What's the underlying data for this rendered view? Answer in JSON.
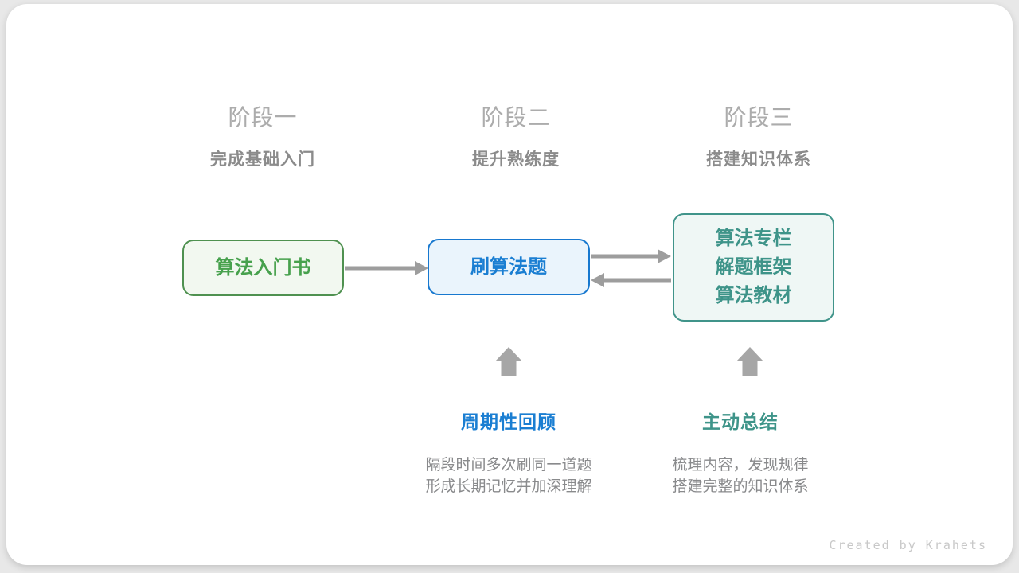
{
  "stages": [
    {
      "title": "阶段一",
      "subtitle": "完成基础入门"
    },
    {
      "title": "阶段二",
      "subtitle": "提升熟练度"
    },
    {
      "title": "阶段三",
      "subtitle": "搭建知识体系"
    }
  ],
  "nodes": [
    {
      "label": "算法入门书",
      "theme": "green"
    },
    {
      "label": "刷算法题",
      "theme": "blue"
    },
    {
      "lines": [
        "算法专栏",
        "解题框架",
        "算法教材"
      ],
      "theme": "teal"
    }
  ],
  "annotations": [
    {
      "label": "周期性回顾",
      "desc_line1": "隔段时间多次刷同一道题",
      "desc_line2": "形成长期记忆并加深理解",
      "color": "#1a7ed2"
    },
    {
      "label": "主动总结",
      "desc_line1": "梳理内容，发现规律",
      "desc_line2": "搭建完整的知识体系",
      "color": "#3e9489"
    }
  ],
  "footer": {
    "credit": "Created by Krahets"
  },
  "colors": {
    "page_background": "#e8e8e8",
    "card_background": "#ffffff",
    "stage_title": "#acacac",
    "stage_subtitle": "#8b8b8b",
    "green_text": "#47a14d",
    "green_border": "#4f9150",
    "green_fill": "#f2f8f0",
    "blue_text": "#1a7ed2",
    "blue_border": "#1778cf",
    "blue_fill": "#eaf4fc",
    "teal_text": "#3e9489",
    "teal_border": "#40948a",
    "teal_fill": "#eff7f5",
    "arrow_gray": "#9d9d9d",
    "block_arrow_gray": "#a6a6a6",
    "description_text": "#898a8c",
    "credit_text": "#c8c8c8"
  }
}
